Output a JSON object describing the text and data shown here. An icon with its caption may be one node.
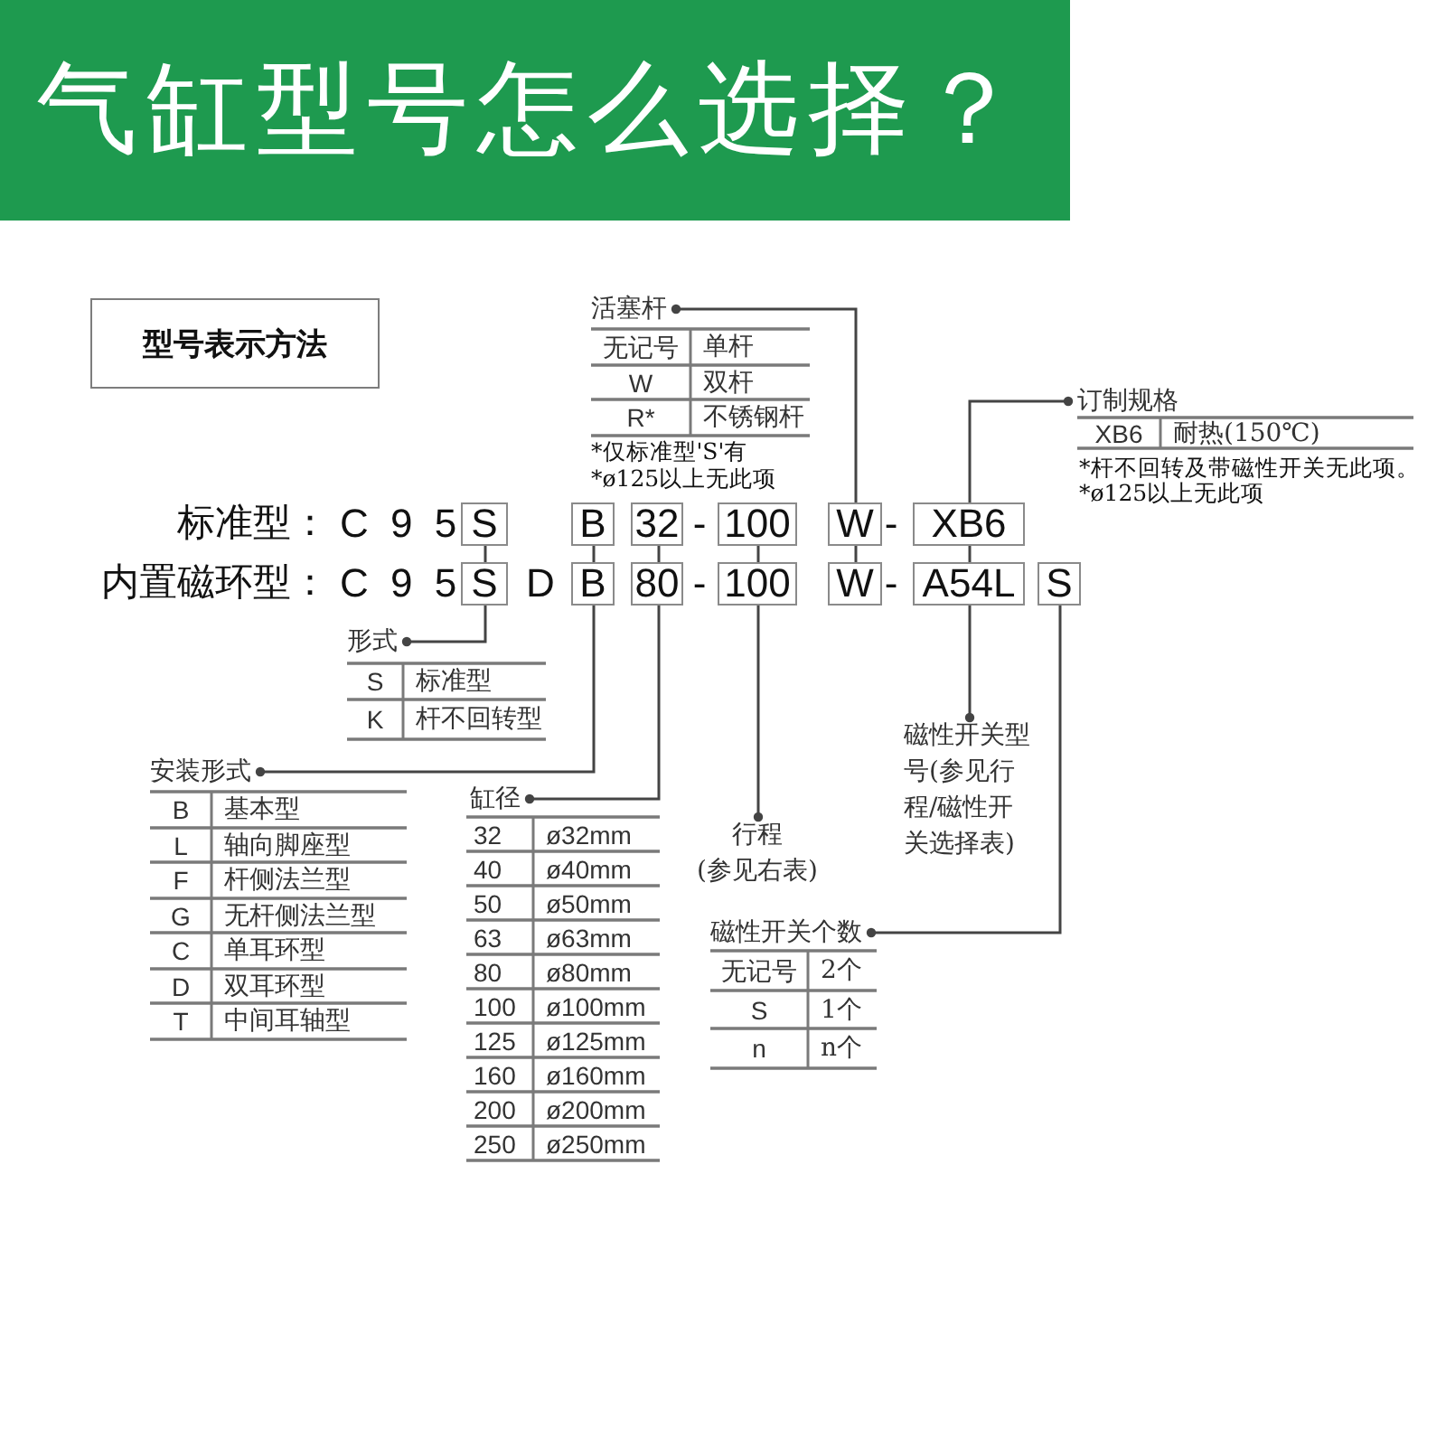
{
  "diagram": {
    "title": "气缸型号怎么选择？",
    "nodes": [
      {
        "text": [
          "型号表示方法"
        ]
      },
      {
        "text": [
          "活塞杆"
        ]
      },
      {
        "text": [
          "订制规格"
        ]
      },
      {
        "text": [
          "S"
        ]
      },
      {
        "text": [
          "B"
        ]
      },
      {
        "text": [
          "32"
        ]
      },
      {
        "text": [
          "100"
        ]
      },
      {
        "text": [
          "W"
        ]
      },
      {
        "text": [
          "XB6"
        ]
      },
      {
        "text": [
          "S"
        ]
      },
      {
        "text": [
          "B"
        ]
      },
      {
        "text": [
          "80"
        ]
      },
      {
        "text": [
          "100"
        ]
      },
      {
        "text": [
          "W"
        ]
      },
      {
        "text": [
          "A54L"
        ]
      },
      {
        "text": [
          "S"
        ]
      },
      {
        "text": [
          "形式"
        ]
      },
      {
        "text": [
          "磁性开关型号(参见行程/磁性开关选择表)"
        ]
      },
      {
        "text": [
          "安装形式"
        ]
      },
      {
        "text": [
          "缸径"
        ]
      },
      {
        "text": [
          "行程",
          "(参见右表)"
        ]
      },
      {
        "text": [
          "磁性开关个数"
        ]
      }
    ],
    "edges": [
      {
        "from": 3,
        "to": 9,
        "arrow": "none"
      },
      {
        "from": 4,
        "to": 10,
        "arrow": "none"
      },
      {
        "from": 5,
        "to": 11,
        "arrow": "none"
      },
      {
        "from": 6,
        "to": 12,
        "arrow": "none"
      },
      {
        "from": 7,
        "to": 13,
        "arrow": "none"
      },
      {
        "from": 8,
        "to": 14,
        "arrow": "none"
      },
      {
        "from": 7,
        "to": 1,
        "arrow": "other"
      },
      {
        "from": 8,
        "to": 2,
        "arrow": "other"
      },
      {
        "from": 9,
        "to": 16,
        "arrow": "other"
      },
      {
        "from": 10,
        "to": 18,
        "arrow": "other"
      },
      {
        "from": 11,
        "to": 19,
        "arrow": "other"
      },
      {
        "from": 12,
        "to": 20,
        "arrow": "other"
      },
      {
        "from": 14,
        "to": 17,
        "arrow": "other"
      },
      {
        "from": 15,
        "to": 21,
        "arrow": "other"
      }
    ],
    "labels": [
      "无记号",
      "单杆",
      "W",
      "双杆",
      "R*",
      "不锈钢杆",
      "*仅标准型'S'有",
      "*ø125以上无此项",
      "XB6",
      "耐热(150℃)",
      "*杆不回转及带磁性开关无此项。",
      "*ø125以上无此项",
      "标准型：",
      "C 9 5",
      "-",
      "-",
      "内置磁环型：",
      "C 9 5",
      "D",
      "-",
      "-",
      "S",
      "标准型",
      "K",
      "杆不回转型",
      "B",
      "基本型",
      "L",
      "轴向脚座型",
      "F",
      "杆侧法兰型",
      "G",
      "无杆侧法兰型",
      "C",
      "单耳环型",
      "D",
      "双耳环型",
      "T",
      "中间耳轴型",
      "32",
      "ø32mm",
      "40",
      "ø40mm",
      "50",
      "ø50mm",
      "63",
      "ø63mm",
      "80",
      "ø80mm",
      "100",
      "ø100mm",
      "125",
      "ø125mm",
      "160",
      "ø160mm",
      "200",
      "ø200mm",
      "250",
      "ø250mm",
      "无记号",
      "2个",
      "S",
      "1个",
      "n",
      "n个"
    ]
  }
}
